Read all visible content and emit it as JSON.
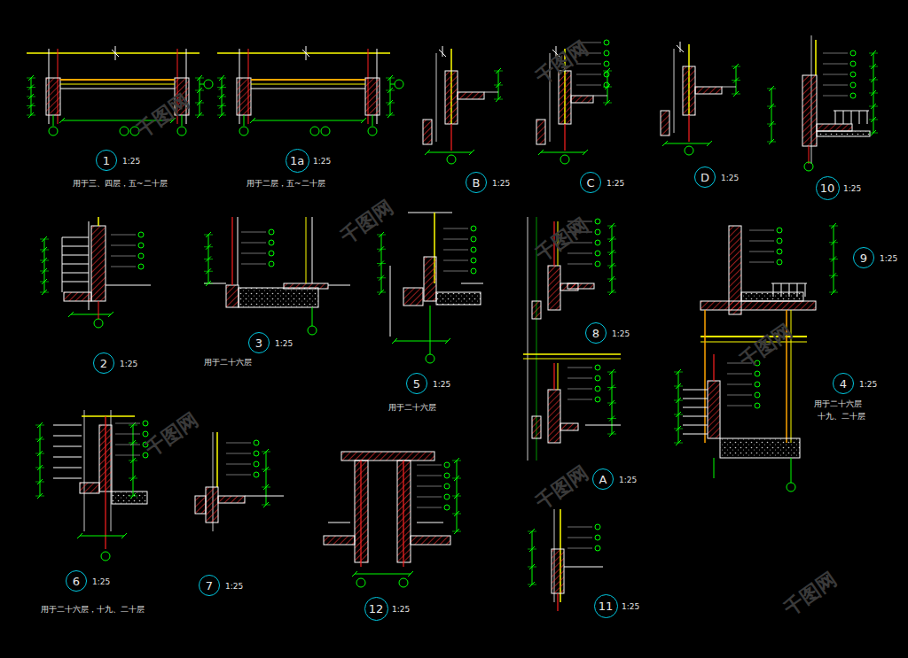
{
  "diagram": {
    "nodes": [
      {
        "text": [
          "1"
        ]
      },
      {
        "text": [
          "1a"
        ]
      },
      {
        "text": [
          "B"
        ]
      },
      {
        "text": [
          "C"
        ]
      },
      {
        "text": [
          "D"
        ]
      },
      {
        "text": [
          "10"
        ]
      },
      {
        "text": [
          "2"
        ]
      },
      {
        "text": [
          "3"
        ]
      },
      {
        "text": [
          "5"
        ]
      },
      {
        "text": [
          "8"
        ]
      },
      {
        "text": [
          "9"
        ]
      },
      {
        "text": [
          "4"
        ]
      },
      {
        "text": [
          "A"
        ]
      },
      {
        "text": [
          "6"
        ]
      },
      {
        "text": [
          "7"
        ]
      },
      {
        "text": [
          "12"
        ]
      },
      {
        "text": [
          "11"
        ]
      }
    ],
    "labels": [
      "1:25",
      "1:25",
      "1:25",
      "1:25",
      "1:25",
      "1:25",
      "1:25",
      "1:25",
      "1:25",
      "1:25",
      "1:25",
      "1:25",
      "1:25",
      "1:25",
      "1:25",
      "1:25",
      "1:25",
      "用于三、四层，五~二十层",
      "用于二层，五~二十层",
      "用于二十六层",
      "用于二十六层",
      "用于二十六层",
      "十九、二十层",
      "用于二十六层，十九、二十层",
      "千图网",
      "千图网",
      "千图网",
      "千图网",
      "千图网",
      "千图网",
      "千图网",
      "千图网"
    ]
  }
}
